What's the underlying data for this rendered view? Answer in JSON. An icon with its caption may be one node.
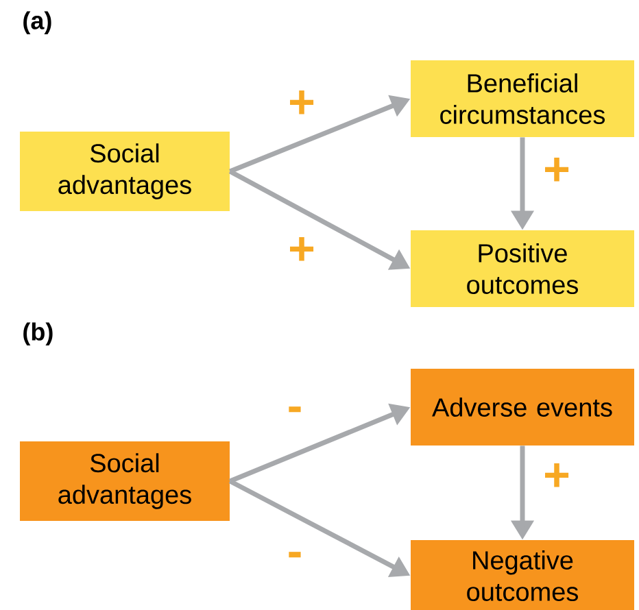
{
  "diagram": {
    "nodes": [
      {
        "text": [
          "Social advantages"
        ]
      },
      {
        "text": [
          "Beneficial circumstances"
        ]
      },
      {
        "text": [
          "Positive outcomes"
        ]
      },
      {
        "text": [
          "Social advantages"
        ]
      },
      {
        "text": [
          "Adverse events"
        ]
      },
      {
        "text": [
          "Negative outcomes"
        ]
      }
    ],
    "edges": [
      {
        "from": 0,
        "to": 1,
        "arrow": "to",
        "label": "+"
      },
      {
        "from": 0,
        "to": 2,
        "arrow": "to",
        "label": "+"
      },
      {
        "from": 1,
        "to": 2,
        "arrow": "to",
        "label": "+"
      },
      {
        "from": 3,
        "to": 4,
        "arrow": "to",
        "label": "-"
      },
      {
        "from": 3,
        "to": 5,
        "arrow": "to",
        "label": "-"
      },
      {
        "from": 4,
        "to": 5,
        "arrow": "to",
        "label": "+"
      }
    ],
    "labels": [
      "(a)",
      "(b)"
    ]
  }
}
